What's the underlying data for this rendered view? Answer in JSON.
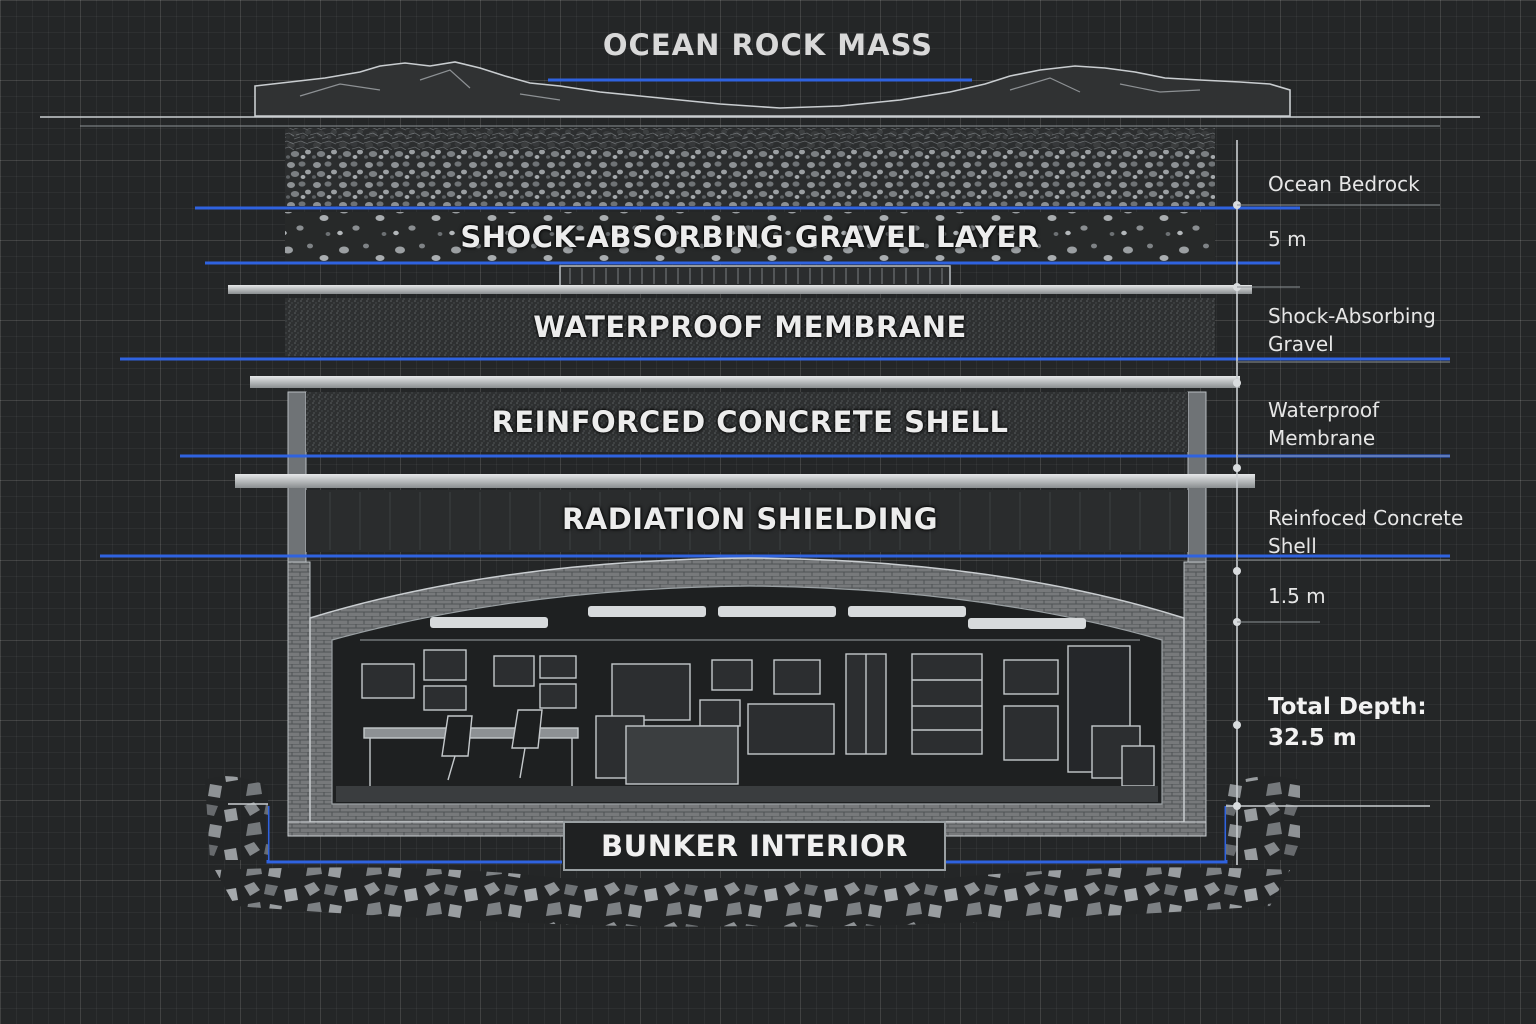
{
  "title": "OCEAN ROCK MASS",
  "layers": [
    {
      "label": "SHOCK-ABSORBING GRAVEL LAYER"
    },
    {
      "label": "WATERPROOF MEMBRANE"
    },
    {
      "label": "REINFORCED CONCRETE SHELL"
    },
    {
      "label": "RADIATION SHIELDING"
    }
  ],
  "interior_label": "BUNKER INTERIOR",
  "side_labels": [
    "Ocean Bedrock",
    "5 m",
    "Shock-Absorbing",
    "Gravel",
    "Waterproof",
    "Membrane",
    "Reinfoced Concrete",
    "Shell",
    "1.5 m",
    "Total Depth:",
    "32.5 m"
  ],
  "colors": {
    "background": "#242627",
    "accent_blue": "#2f63e0",
    "line_gray": "#b9bec2"
  }
}
